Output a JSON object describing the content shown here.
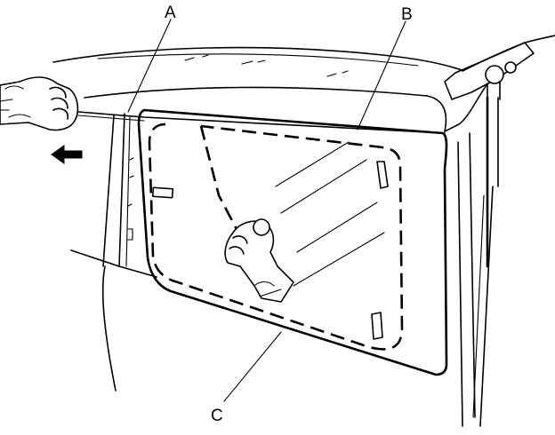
{
  "callouts": {
    "a": "A",
    "b": "B",
    "c": "C"
  },
  "colors": {
    "line": "#000000",
    "background": "#ffffff"
  },
  "direction_indicator": "pull-left-arrow"
}
